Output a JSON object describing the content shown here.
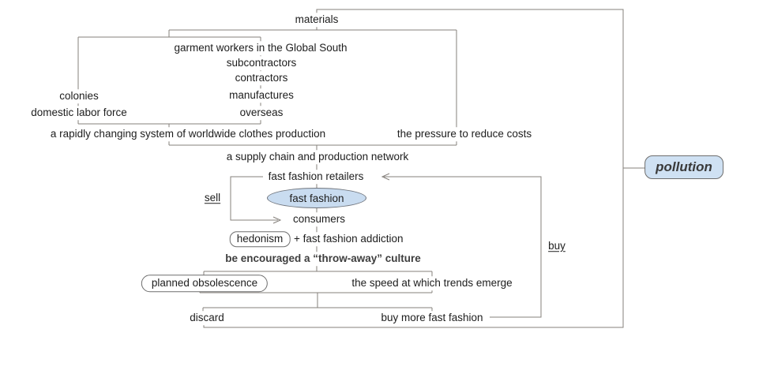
{
  "diagram": {
    "type": "concept-map",
    "topic": "fast fashion cycle and pollution",
    "colors": {
      "line": "#85807b",
      "highlight_fill": "#cfe1f3",
      "ellipse_fill": "#c9dcf0",
      "text": "#1d1d1d",
      "bold_text": "#3e3e3e"
    },
    "nodes": {
      "materials": "materials",
      "garment_workers": "garment workers in the Global South",
      "subcontractors": "subcontractors",
      "contractors": "contractors",
      "manufactures": "manufactures",
      "overseas": "overseas",
      "colonies": "colonies",
      "domestic_labor_force": "domestic labor force",
      "rapid_system": "a rapidly changing system of worldwide clothes production",
      "pressure": "the pressure to reduce costs",
      "supply_chain": "a supply chain and production network",
      "retailers": "fast fashion retailers",
      "sell": "sell",
      "fast_fashion": "fast fashion",
      "consumers": "consumers",
      "hedonism": "hedonism",
      "addiction": "+ fast fashion addiction",
      "throwaway_culture": "be encouraged a “throw-away” culture",
      "planned_obsolescence": "planned obsolescence",
      "trend_speed": "the speed at which trends emerge",
      "discard": "discard",
      "buy_more": "buy more fast fashion",
      "buy": "buy",
      "pollution": "pollution"
    }
  }
}
